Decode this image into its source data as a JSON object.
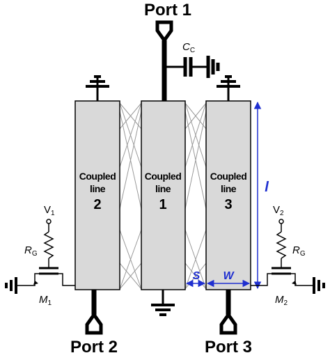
{
  "ports": {
    "p1": "Port 1",
    "p2": "Port 2",
    "p3": "Port 3"
  },
  "coupled_lines": [
    {
      "name_line1": "Coupled",
      "name_line2": "line",
      "number": "2"
    },
    {
      "name_line1": "Coupled",
      "name_line2": "line",
      "number": "1"
    },
    {
      "name_line1": "Coupled",
      "name_line2": "line",
      "number": "3"
    }
  ],
  "dimensions": {
    "spacing": "S",
    "width": "W",
    "length": "l"
  },
  "components": {
    "capacitor": {
      "main": "C",
      "sub": "C"
    },
    "v1": {
      "main": "V",
      "sub": "1"
    },
    "v2": {
      "main": "V",
      "sub": "2"
    },
    "rg_left": {
      "main": "R",
      "sub": "G"
    },
    "rg_right": {
      "main": "R",
      "sub": "G"
    },
    "m1": {
      "main": "M",
      "sub": "1"
    },
    "m2": {
      "main": "M",
      "sub": "2"
    }
  },
  "colors": {
    "line_fill": "#d9d9d9",
    "wire": "#000000",
    "dimension": "#1f2fd0",
    "coupling_wire": "#9a9a9a"
  }
}
